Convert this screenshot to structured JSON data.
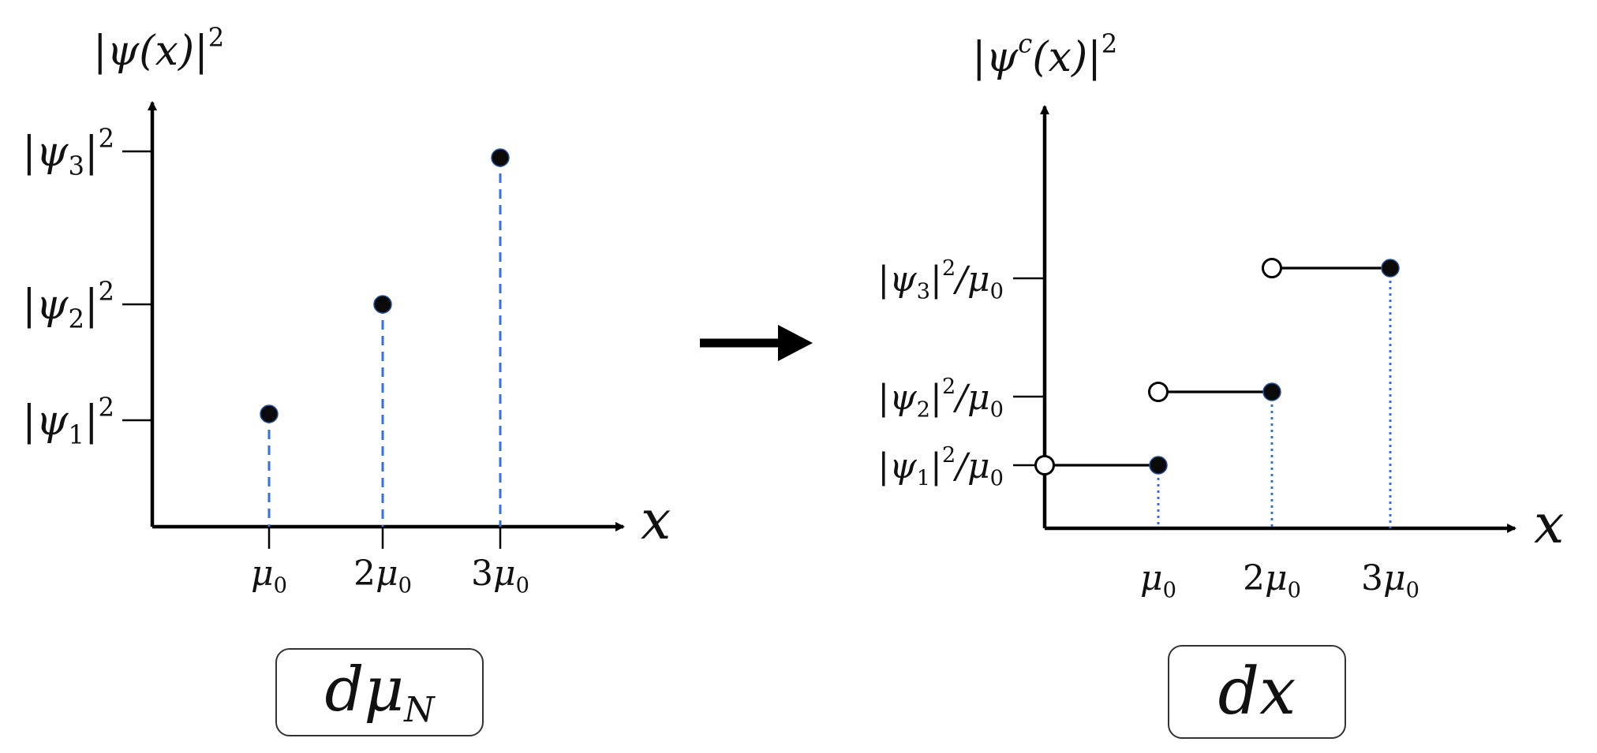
{
  "left_panel": {
    "y_axis_label": {
      "base": "|ψ(x)|",
      "sup": "2"
    },
    "x_axis_label": "x",
    "y_ticks": [
      {
        "base": "|ψ",
        "sub": "3",
        "close": "|",
        "sup": "2",
        "suffix": ""
      },
      {
        "base": "|ψ",
        "sub": "2",
        "close": "|",
        "sup": "2",
        "suffix": ""
      },
      {
        "base": "|ψ",
        "sub": "1",
        "close": "|",
        "sup": "2",
        "suffix": ""
      }
    ],
    "x_ticks": [
      {
        "coef": "",
        "base": "μ",
        "sub": "0"
      },
      {
        "coef": "2",
        "base": "μ",
        "sub": "0"
      },
      {
        "coef": "3",
        "base": "μ",
        "sub": "0"
      }
    ],
    "points": [
      {
        "x": 1,
        "level": 1
      },
      {
        "x": 2,
        "level": 2
      },
      {
        "x": 3,
        "level": 3
      }
    ],
    "stem_color": "#3b6fd0",
    "box_label": "dμ_N",
    "box_label_parts": {
      "base": "dμ",
      "sub": "N"
    }
  },
  "arrow": {
    "direction": "right",
    "color": "#000000"
  },
  "right_panel": {
    "y_axis_label": {
      "base": "|ψ",
      "sup_c": "c",
      "rest": "(x)|",
      "sup": "2"
    },
    "x_axis_label": "x",
    "y_ticks": [
      {
        "base": "|ψ",
        "sub": "3",
        "close": "|",
        "sup": "2",
        "suffix": "/μ",
        "suffix_sub": "0"
      },
      {
        "base": "|ψ",
        "sub": "2",
        "close": "|",
        "sup": "2",
        "suffix": "/μ",
        "suffix_sub": "0"
      },
      {
        "base": "|ψ",
        "sub": "1",
        "close": "|",
        "sup": "2",
        "suffix": "/μ",
        "suffix_sub": "0"
      }
    ],
    "x_ticks": [
      {
        "coef": "",
        "base": "μ",
        "sub": "0"
      },
      {
        "coef": "2",
        "base": "μ",
        "sub": "0"
      },
      {
        "coef": "3",
        "base": "μ",
        "sub": "0"
      }
    ],
    "steps": [
      {
        "from": 0,
        "to": 1,
        "level": 1,
        "open_start": true,
        "closed_end": true
      },
      {
        "from": 1,
        "to": 2,
        "level": 2,
        "open_start": true,
        "closed_end": true
      },
      {
        "from": 2,
        "to": 3,
        "level": 3,
        "open_start": true,
        "closed_end": true
      }
    ],
    "drop_color": "#3b6fd0",
    "box_label": "dx"
  }
}
